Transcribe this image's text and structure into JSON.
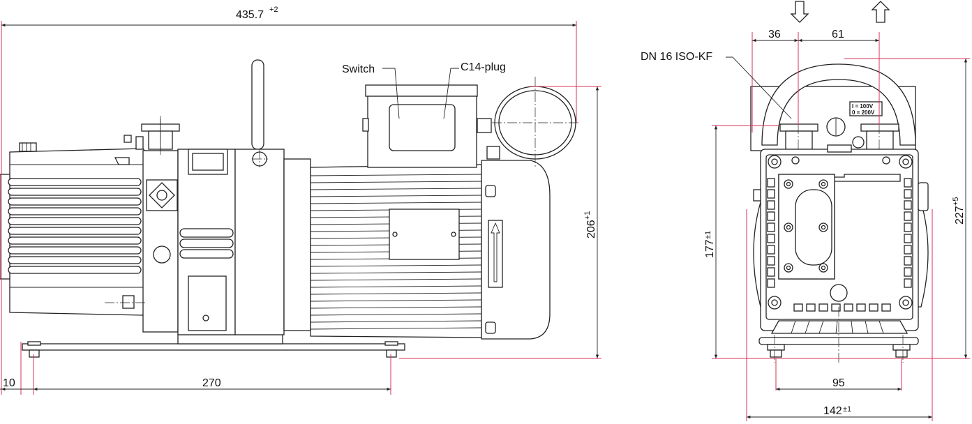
{
  "dimensions": {
    "overall_length": {
      "value": "435.7",
      "tolerance": "+2"
    },
    "offset_left": {
      "value": "10"
    },
    "foot_span_side": {
      "value": "270"
    },
    "height_side": {
      "value": "206",
      "tolerance": "+1"
    },
    "port_spacing_left": {
      "value": "36"
    },
    "port_spacing_right": {
      "value": "61"
    },
    "height_port": {
      "value": "177",
      "tolerance": "±1"
    },
    "height_total": {
      "value": "227",
      "tolerance": "+5"
    },
    "foot_span_front": {
      "value": "95"
    },
    "overall_width": {
      "value": "142",
      "tolerance": "±1"
    }
  },
  "labels": {
    "switch": "Switch",
    "plug": "C14-plug",
    "flange": "DN 16 ISO-KF",
    "voltage_1": "I = 100V",
    "voltage_0": "0 = 200V"
  },
  "colors": {
    "line": "#222222",
    "dimension_extension": "#d8325a",
    "background": "#ffffff"
  }
}
